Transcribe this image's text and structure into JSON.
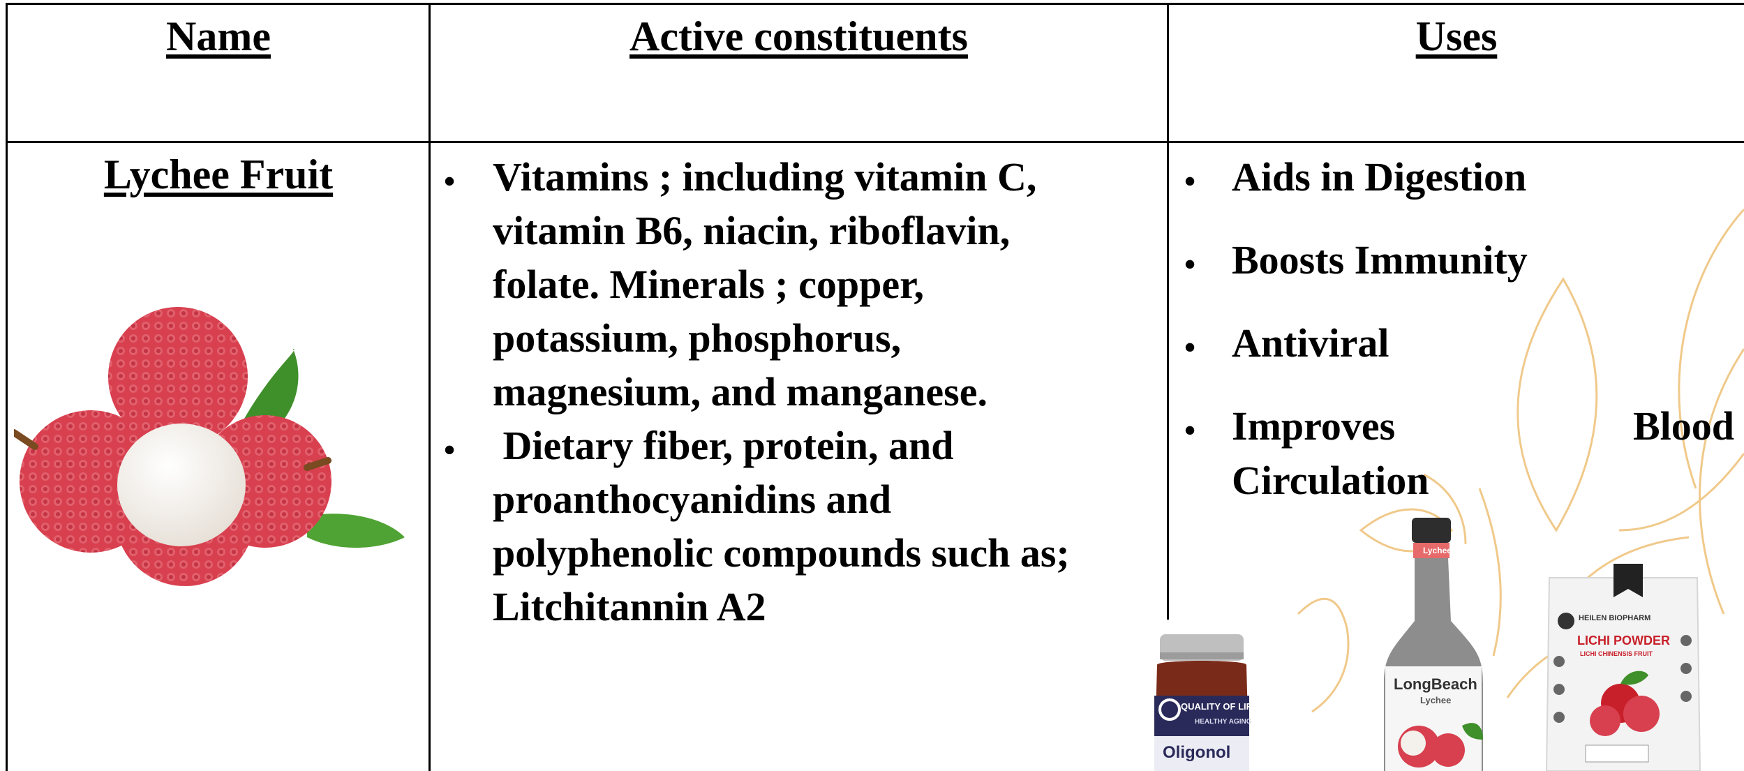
{
  "table": {
    "headers": {
      "name": "Name",
      "active": "Active constituents",
      "uses": "Uses"
    },
    "row": {
      "name": "Lychee Fruit",
      "active_items": [
        {
          "lines": [
            "Vitamins ; including vitamin C,",
            "vitamin B6, niacin, riboflavin,",
            "folate. Minerals ; copper,",
            "potassium, phosphorus,",
            "magnesium, and manganese."
          ]
        },
        {
          "lines": [
            " Dietary fiber, protein, and",
            "proanthocyanidins and",
            "polyphenolic compounds such as;",
            "Litchitannin A2"
          ]
        }
      ],
      "uses": {
        "item1": "Aids in Digestion",
        "item2": "Boosts Immunity",
        "item3": "Antiviral",
        "item4_word1": "Improves",
        "item4_word2": "Blood",
        "item4_line2": "Circulation"
      }
    }
  },
  "products": {
    "capsule": {
      "brand": "QUALITY OF LIFE",
      "tagline": "HEALTHY AGING",
      "name": "Oligonol"
    },
    "syrup": {
      "cap_label": "Lychee",
      "brand": "LongBeach",
      "flavor": "Lychee"
    },
    "powder": {
      "brand": "HEILEN BIOPHARM",
      "title": "LICHI POWDER",
      "subtitle": "LICHI CHINENSIS FRUIT"
    }
  },
  "colors": {
    "lychee_red": "#d8404f",
    "lychee_flesh": "#f4f1ec",
    "leaf_green": "#3f8f2a",
    "deco_line": "#f0c98a",
    "bottle_brown": "#7a2a18",
    "capsule_label": "#2a2a5a",
    "syrup_gray": "#8d8d8d",
    "powder_red": "#c8202a"
  }
}
